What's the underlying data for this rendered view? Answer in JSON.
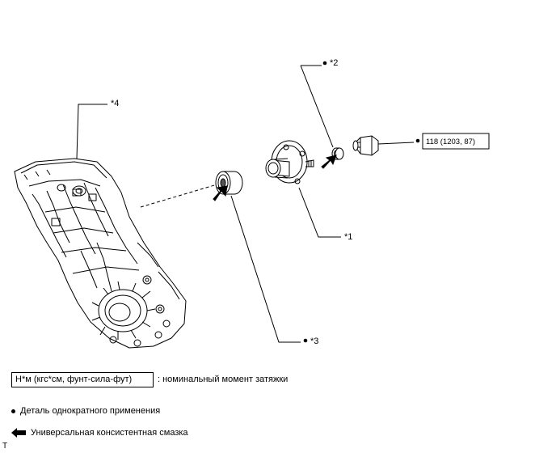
{
  "callouts": {
    "part1": "*1",
    "part2": "*2",
    "part3": "*3",
    "part4": "*4"
  },
  "torque_value": "118 (1203, 87)",
  "legend": {
    "torque_units": "Н*м (кгс*см, фунт-сила-фут)",
    "torque_desc": ": номинальный момент затяжки",
    "single_use": "Деталь однократного применения",
    "grease": "Универсальная консистентная смазка"
  },
  "corner_mark": "T",
  "icons": {
    "single_use_marker": "filled-dot-icon",
    "grease_marker": "black-arrow-icon"
  },
  "colors": {
    "line": "#000000",
    "background": "#ffffff"
  }
}
